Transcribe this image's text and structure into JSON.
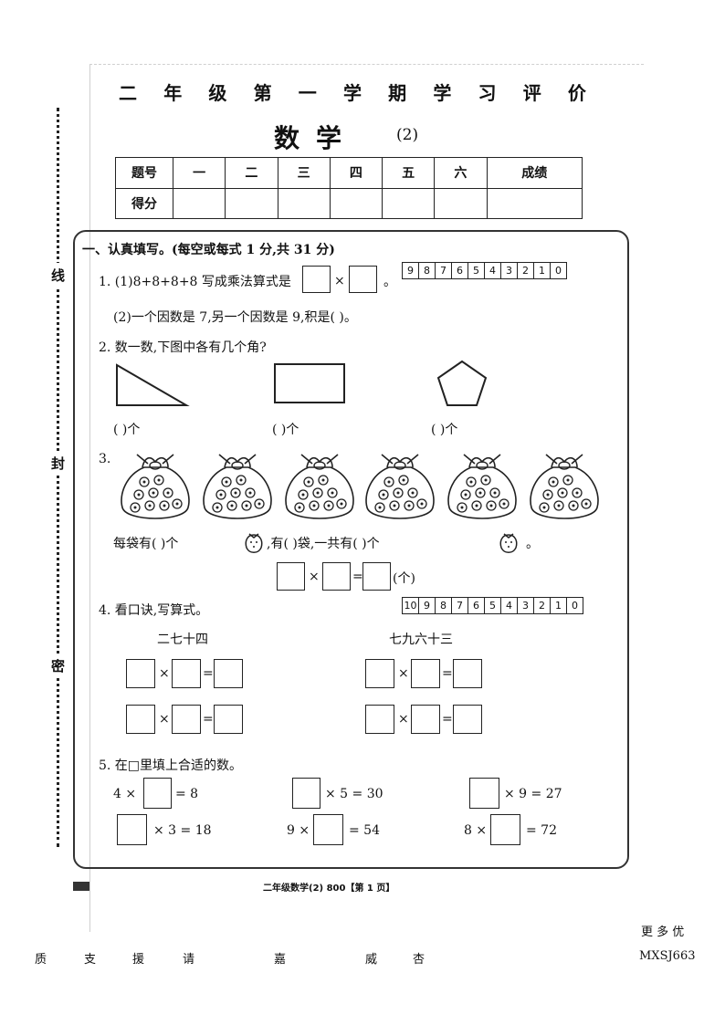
{
  "header": {
    "title_chars": [
      "二",
      "年",
      "级",
      "第",
      "一",
      "学",
      "期",
      "学",
      "习",
      "评",
      "价"
    ],
    "subject": "数学",
    "edition": "(2)"
  },
  "side_chars": [
    "线",
    "封",
    "密"
  ],
  "score_table": {
    "row1": [
      "题号",
      "一",
      "二",
      "三",
      "四",
      "五",
      "六",
      "成绩"
    ],
    "row2": [
      "得分",
      "",
      "",
      "",
      "",
      "",
      "",
      ""
    ]
  },
  "section1": {
    "heading": "一、认真填写。(每空或每式 1 分,共 31 分)",
    "q1_a": "1. (1)8+8+8+8 写成乘法算式是",
    "q1_a_end": "。",
    "q1_b": "(2)一个因数是 7,另一个因数是 9,积是(            )。",
    "numline1": [
      "9",
      "8",
      "7",
      "6",
      "5",
      "4",
      "3",
      "2",
      "1",
      "0"
    ],
    "q2": "2. 数一数,下图中各有几个角?",
    "q2_ans1": "(            )个",
    "q2_ans2": "(            )个",
    "q2_ans3": "(            )个",
    "q3_num": "3.",
    "q3_line_a": "每袋有(            )个",
    "q3_line_b": ",有(            )袋,一共有(            )个",
    "q3_line_c": "。",
    "q3_unit": "(个)",
    "q4": "4. 看口诀,写算式。",
    "numline2": [
      "10",
      "9",
      "8",
      "7",
      "6",
      "5",
      "4",
      "3",
      "2",
      "1",
      "0"
    ],
    "q4_rhyme1": "二七十四",
    "q4_rhyme2": "七九六十三",
    "q5": "5. 在□里填上合适的数。",
    "q5_items": [
      {
        "pre": "4 ×",
        "post": "= 8"
      },
      {
        "pre": "",
        "post": "× 5 = 30"
      },
      {
        "pre": "",
        "post": "× 9 = 27"
      },
      {
        "pre": "",
        "post": "× 3 = 18"
      },
      {
        "pre": "9 ×",
        "post": "= 54"
      },
      {
        "pre": "8 ×",
        "post": "= 72"
      }
    ]
  },
  "symbols": {
    "times": "×",
    "equals": "="
  },
  "footer": "二年级数学(2) 800【第 1 页】",
  "bottom": {
    "right_top": "更 多 优",
    "chars": [
      "质",
      "支",
      "援",
      "请",
      "嘉",
      "威",
      "杏"
    ],
    "code": "MXSJ663"
  }
}
